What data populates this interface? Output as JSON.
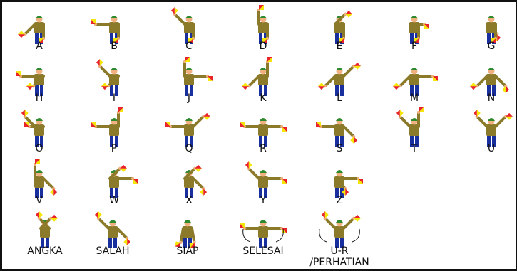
{
  "colors": {
    "flag_red": "#e8232a",
    "flag_yellow": "#f5e60a",
    "shirt": "#8a7a2a",
    "trousers": "#1a2f9e",
    "cap": "#2f8a2f",
    "skin": "#f0b080"
  },
  "signs": [
    {
      "label": "A",
      "arms": [
        225,
        180
      ]
    },
    {
      "label": "B",
      "arms": [
        270,
        180
      ]
    },
    {
      "label": "C",
      "arms": [
        315,
        180
      ]
    },
    {
      "label": "D",
      "arms": [
        0,
        180
      ]
    },
    {
      "label": "E",
      "arms": [
        45,
        180
      ]
    },
    {
      "label": "F",
      "arms": [
        90,
        180
      ]
    },
    {
      "label": "G",
      "arms": [
        135,
        180
      ]
    },
    {
      "label": "H",
      "arms": [
        270,
        225
      ]
    },
    {
      "label": "I",
      "arms": [
        315,
        225
      ]
    },
    {
      "label": "J",
      "arms": [
        0,
        90
      ]
    },
    {
      "label": "K",
      "arms": [
        225,
        0
      ]
    },
    {
      "label": "L",
      "arms": [
        225,
        45
      ]
    },
    {
      "label": "M",
      "arms": [
        225,
        90
      ]
    },
    {
      "label": "N",
      "arms": [
        225,
        135
      ]
    },
    {
      "label": "O",
      "arms": [
        315,
        270
      ]
    },
    {
      "label": "P",
      "arms": [
        270,
        0
      ]
    },
    {
      "label": "Q",
      "arms": [
        270,
        45
      ]
    },
    {
      "label": "R",
      "arms": [
        270,
        90
      ]
    },
    {
      "label": "S",
      "arms": [
        270,
        135
      ]
    },
    {
      "label": "T",
      "arms": [
        315,
        0
      ]
    },
    {
      "label": "U",
      "arms": [
        315,
        45
      ]
    },
    {
      "label": "V",
      "arms": [
        0,
        135
      ]
    },
    {
      "label": "W",
      "arms": [
        45,
        90
      ]
    },
    {
      "label": "X",
      "arms": [
        45,
        135
      ]
    },
    {
      "label": "Y",
      "arms": [
        315,
        90
      ]
    },
    {
      "label": "Z",
      "arms": [
        135,
        90
      ]
    },
    {
      "label": "ANGKA",
      "arms": [
        45,
        315
      ]
    },
    {
      "label": "SALAH",
      "arms": [
        315,
        135
      ]
    },
    {
      "label": "SIAP",
      "arms": [
        190,
        170
      ]
    },
    {
      "label": "SELESAI",
      "arms": [
        270,
        90
      ]
    },
    {
      "label": "U-R /PERHATIAN",
      "arms": [
        315,
        45
      ]
    }
  ]
}
